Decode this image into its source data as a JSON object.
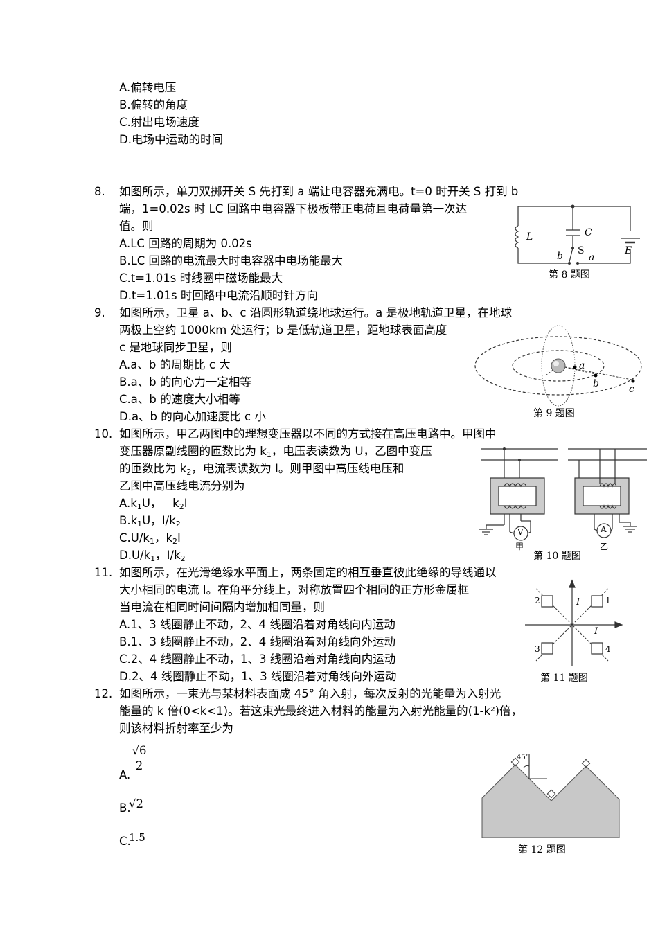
{
  "q7": {
    "options": [
      "A.偏转电压",
      "B.偏转的角度",
      "C.射出电场速度",
      "D.电场中运动的时间"
    ]
  },
  "q8": {
    "number": "8.",
    "lines": [
      "如图所示，单刀双掷开关 S 先打到 a 端让电容器充满电。t=0 时开关 S 打到 b",
      "端，1=0.02s 时 LC 回路中电容器下极板带正电荷且电荷量第一次达",
      "值。则"
    ],
    "options": [
      "A.LC 回路的周期为 0.02s",
      "B.LC 回路的电流最大时电容器中电场能最大",
      "C.t=1.01s 时线圈中磁场能最大",
      "D.t=1.01s 时回路中电流沿顺时针方向"
    ],
    "caption": "第 8 题图",
    "labels": {
      "L": "L",
      "C": "C",
      "S": "S",
      "E": "E",
      "a": "a",
      "b": "b"
    }
  },
  "q9": {
    "number": "9.",
    "lines": [
      "如图所示，卫星 a、b、c 沿圆形轨道绕地球运行。a 是极地轨道卫星，在地球",
      "两极上空约 1000km 处运行；b 是低轨道卫星，距地球表面高度",
      "c 是地球同步卫星，则"
    ],
    "options": [
      "A.a、b 的周期比 c 大",
      "B.a、b 的向心力一定相等",
      "C.a、b 的速度大小相等",
      "D.a、b 的向心加速度比 c 小"
    ],
    "caption": "第 9 题图",
    "labels": {
      "a": "a",
      "b": "b",
      "c": "c"
    }
  },
  "q10": {
    "number": "10.",
    "line1": "如图所示，甲乙两图中的理想变压器以不同的方式接在高压电路中。甲图中",
    "line2_pre": "变压器原副线圈的匝数比为 k",
    "line2_sub": "1",
    "line2_post": "，电压表读数为 U，乙图中变压",
    "line3_pre": "的匝数比为 k",
    "line3_sub": "2",
    "line3_post": "，电流表读数为 I。则甲图中高压线电压和",
    "line4": "乙图中高压线电流分别为",
    "options": [
      {
        "a": "A.k",
        "s1": "1",
        "b": "U，   k",
        "s2": "2",
        "c": "I"
      },
      {
        "a": "B.k",
        "s1": "1",
        "b": "U，I/k",
        "s2": "2",
        "c": ""
      },
      {
        "a": "C.U/k",
        "s1": "1",
        "b": "，k",
        "s2": "2",
        "c": "I"
      },
      {
        "a": "D.U/k",
        "s1": "1",
        "b": "，I/k",
        "s2": "2",
        "c": ""
      }
    ],
    "caption": "第 10 题图",
    "labels": {
      "V": "V",
      "A": "A",
      "jia": "甲",
      "yi": "乙"
    }
  },
  "q11": {
    "number": "11.",
    "lines": [
      "如图所示，在光滑绝缘水平面上，两条固定的相互垂直彼此绝缘的导线通以",
      "大小相同的电流 I。在角平分线上，对称放置四个相同的正方形金属框",
      "当电流在相同时间间隔内增加相同量，则"
    ],
    "options": [
      "A.1、3 线圈静止不动，2、4 线圈沿着对角线向内运动",
      "B.1、3 线圈静止不动，2、4 线圈沿着对角线向外运动",
      "C.2、4 线圈静止不动，1、3 线圈沿着对角线向内运动",
      "D.2、4 线圈静止不动，1、3 线圈沿着对角线向外运动"
    ],
    "caption": "第 11 题图",
    "labels": {
      "n1": "1",
      "n2": "2",
      "n3": "3",
      "n4": "4",
      "I1": "I",
      "I2": "I"
    }
  },
  "q12": {
    "number": "12.",
    "lines": [
      "如图所示，一束光与某材料表面成 45°  角入射，每次反射的光能量为入射光",
      "能量的 k 倍(0<k<1)。若这束光最终进入材料的能量为入射光能量的(1-k²)倍，",
      "则该材料折射率至少为"
    ],
    "option_a_label": "A.",
    "option_a_num": "√6",
    "option_a_den": "2",
    "option_b_label": "B.",
    "option_b_val": "√2",
    "option_c_label": "C.",
    "option_c_val": "1.5",
    "caption": "第 12 题图",
    "angle_label": "45°"
  }
}
